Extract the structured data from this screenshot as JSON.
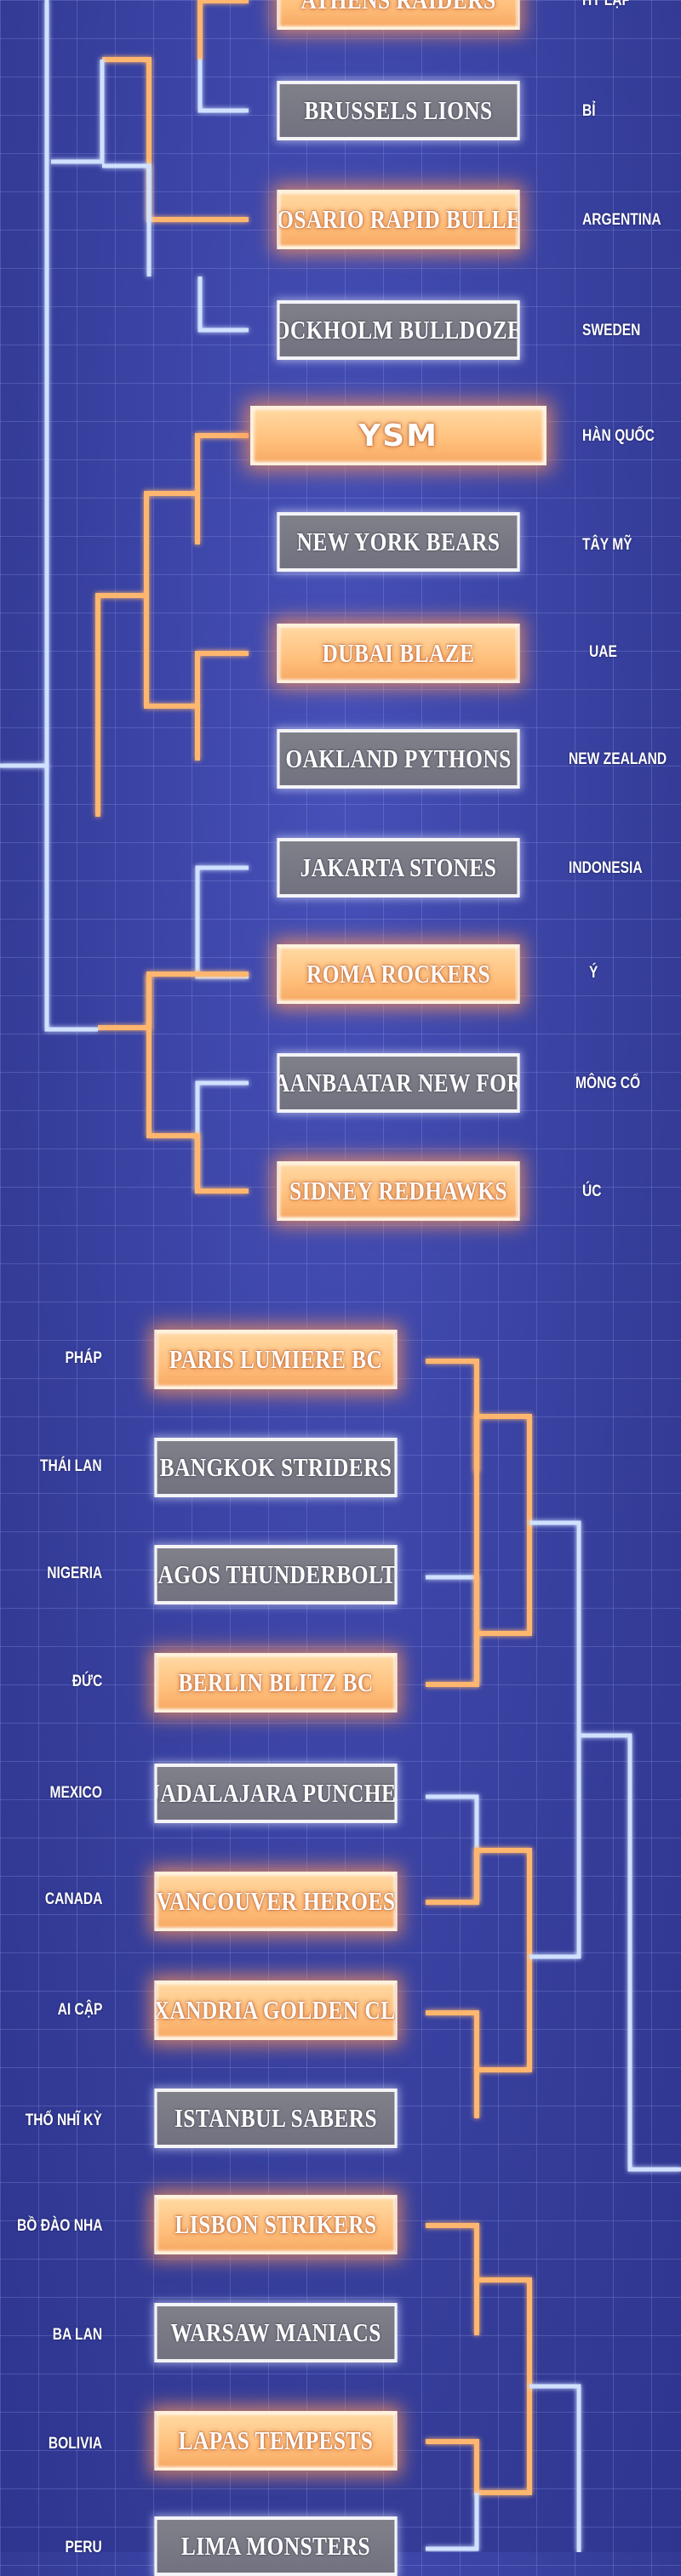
{
  "top_bracket": [
    {
      "team": "ATHENS RAIDERS",
      "country": "HY LẠP",
      "result": "win"
    },
    {
      "team": "BRUSSELS LIONS",
      "country": "BỈ",
      "result": "lose"
    },
    {
      "team": "ROSARIO RAPID BULLET",
      "country": "ARGENTINA",
      "result": "win"
    },
    {
      "team": "STOCKHOLM BULLDOZERS",
      "country": "SWEDEN",
      "result": "lose"
    },
    {
      "team": "YSM",
      "country": "HÀN QUỐC",
      "result": "win"
    },
    {
      "team": "NEW YORK BEARS",
      "country": "TÂY MỸ",
      "result": "lose"
    },
    {
      "team": "DUBAI BLAZE",
      "country": "UAE",
      "result": "win"
    },
    {
      "team": "OAKLAND PYTHONS",
      "country": "NEW ZEALAND",
      "result": "lose"
    },
    {
      "team": "JAKARTA STONES",
      "country": "INDONESIA",
      "result": "lose"
    },
    {
      "team": "ROMA ROCKERS",
      "country": "Ý",
      "result": "win"
    },
    {
      "team": "ULAANBAATAR NEW FORCE",
      "country": "MÔNG CỔ",
      "result": "lose"
    },
    {
      "team": "SIDNEY REDHAWKS",
      "country": "ÚC",
      "result": "win"
    }
  ],
  "bottom_bracket": [
    {
      "team": "PARIS LUMIERE BC",
      "country": "PHÁP",
      "result": "win"
    },
    {
      "team": "BANGKOK STRIDERS",
      "country": "THÁI LAN",
      "result": "lose"
    },
    {
      "team": "LAGOS THUNDERBOLTS",
      "country": "NIGERIA",
      "result": "lose"
    },
    {
      "team": "BERLIN BLITZ BC",
      "country": "ĐỨC",
      "result": "win"
    },
    {
      "team": "GUADALAJARA PUNCHERS",
      "country": "MEXICO",
      "result": "lose"
    },
    {
      "team": "VANCOUVER HEROES",
      "country": "CANADA",
      "result": "win"
    },
    {
      "team": "ALEXANDRIA GOLDEN CLAWS",
      "country": "AI CẬP",
      "result": "win"
    },
    {
      "team": "ISTANBUL SABERS",
      "country": "THỔ NHĨ KỲ",
      "result": "lose"
    },
    {
      "team": "LISBON STRIKERS",
      "country": "BỒ ĐÀO NHA",
      "result": "win"
    },
    {
      "team": "WARSAW MANIACS",
      "country": "BA LAN",
      "result": "lose"
    },
    {
      "team": "LAPAS TEMPESTS",
      "country": "BOLIVIA",
      "result": "win"
    },
    {
      "team": "LIMA MONSTERS",
      "country": "PERU",
      "result": "lose"
    }
  ],
  "colors": {
    "winner_fill": "#ffc07c",
    "loser_fill": "#777783",
    "winner_line": "#ffb66e",
    "loser_line": "#cfe1ff",
    "background": "#3d46a8"
  }
}
